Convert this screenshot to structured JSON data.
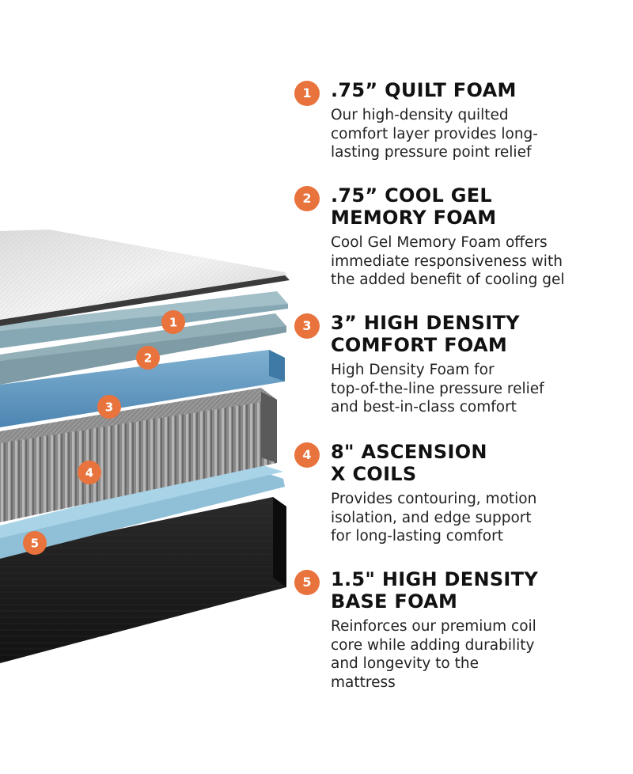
{
  "accent_color": "#e8733d",
  "layers": [
    {
      "number": "1",
      "title": ".75” QUILT FOAM",
      "description": "Our high-density quilted\ncomfort layer provides long-\nlasting pressure point relief"
    },
    {
      "number": "2",
      "title": ".75” COOL GEL\nMEMORY FOAM",
      "description": "Cool Gel Memory Foam offers\nimmediate responsiveness with\nthe added benefit of cooling gel"
    },
    {
      "number": "3",
      "title": "3” HIGH DENSITY\nCOMFORT FOAM",
      "description": "High Density Foam for\ntop-of-the-line pressure relief\nand best-in-class comfort"
    },
    {
      "number": "4",
      "title": "8\" ASCENSION\nX COILS",
      "description": "Provides contouring, motion\nisolation, and edge support\nfor long-lasting comfort"
    },
    {
      "number": "5",
      "title": "1.5\" HIGH DENSITY\nBASE FOAM",
      "description": "Reinforces our premium coil\ncore while adding durability\nand longevity to the\nmattress"
    }
  ]
}
